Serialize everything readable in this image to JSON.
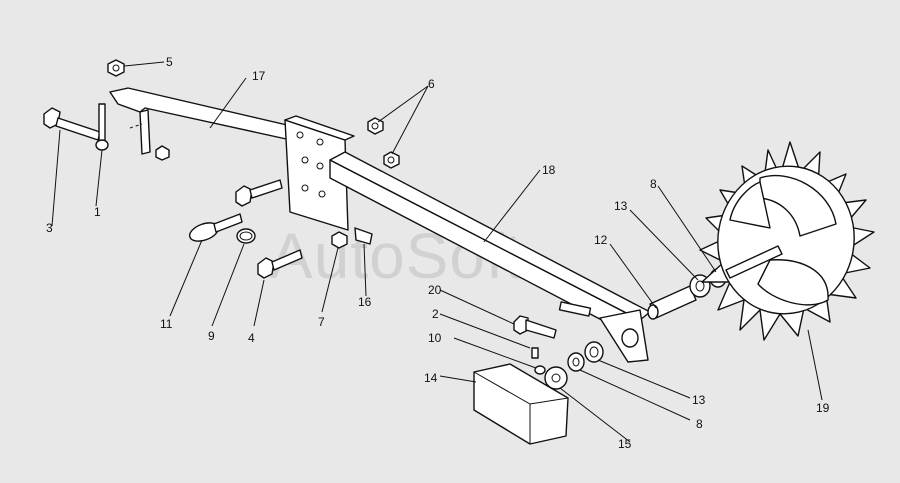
{
  "watermark": "AutoSoft",
  "callouts": [
    {
      "id": "c1",
      "text": "1"
    },
    {
      "id": "c2",
      "text": "2"
    },
    {
      "id": "c3",
      "text": "3"
    },
    {
      "id": "c4",
      "text": "4"
    },
    {
      "id": "c5",
      "text": "5"
    },
    {
      "id": "c6",
      "text": "6"
    },
    {
      "id": "c7",
      "text": "7"
    },
    {
      "id": "c8a",
      "text": "8"
    },
    {
      "id": "c8b",
      "text": "8"
    },
    {
      "id": "c9",
      "text": "9"
    },
    {
      "id": "c10",
      "text": "10"
    },
    {
      "id": "c11",
      "text": "11"
    },
    {
      "id": "c12",
      "text": "12"
    },
    {
      "id": "c13a",
      "text": "13"
    },
    {
      "id": "c13b",
      "text": "13"
    },
    {
      "id": "c14",
      "text": "14"
    },
    {
      "id": "c15",
      "text": "15"
    },
    {
      "id": "c16",
      "text": "16"
    },
    {
      "id": "c17",
      "text": "17"
    },
    {
      "id": "c18",
      "text": "18"
    },
    {
      "id": "c19",
      "text": "19"
    },
    {
      "id": "c20",
      "text": "20"
    }
  ]
}
